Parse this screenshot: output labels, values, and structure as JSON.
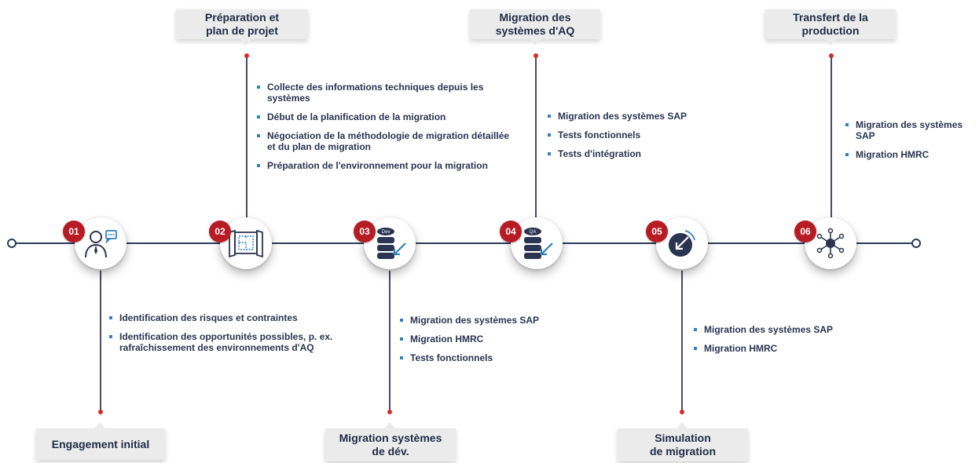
{
  "steps": [
    {
      "number": "01",
      "title": "Engagement initial",
      "icon": "consultant-person-icon",
      "bullets": [
        "Identification des risques et contraintes",
        "Identification des opportunités possibles, p. ex. rafraîchissement des environnements d'AQ"
      ]
    },
    {
      "number": "02",
      "title": "Préparation et\nplan de projet",
      "icon": "blueprint-plan-icon",
      "bullets": [
        "Collecte des informations techniques depuis les systèmes",
        "Début de la planification de la migration",
        "Négociation de la méthodologie de migration détaillée et du plan de migration",
        "Préparation de l'environnement pour la migration"
      ]
    },
    {
      "number": "03",
      "title": "Migration systèmes\nde dév.",
      "icon": "dev-database-migration-icon",
      "icon_text": "Dev",
      "bullets": [
        "Migration des systèmes SAP",
        "Migration HMRC",
        "Tests fonctionnels"
      ]
    },
    {
      "number": "04",
      "title": "Migration des\nsystèmes d'AQ",
      "icon": "qa-database-migration-icon",
      "icon_text": "QA",
      "bullets": [
        "Migration des systèmes SAP",
        "Tests fonctionnels",
        "Tests d'intégration"
      ]
    },
    {
      "number": "05",
      "title": "Simulation\nde migration",
      "icon": "simulation-arrow-icon",
      "bullets": [
        "Migration des systèmes SAP",
        "Migration HMRC"
      ]
    },
    {
      "number": "06",
      "title": "Transfert de la\nproduction",
      "icon": "network-hub-icon",
      "bullets": [
        "Migration des systèmes SAP",
        "Migration HMRC"
      ]
    }
  ],
  "colors": {
    "badge": "#b71c25",
    "bullet": "#2f7fc1",
    "text": "#1f2a44",
    "line": "#2b3a57",
    "label_bg": "#ebebeb"
  }
}
